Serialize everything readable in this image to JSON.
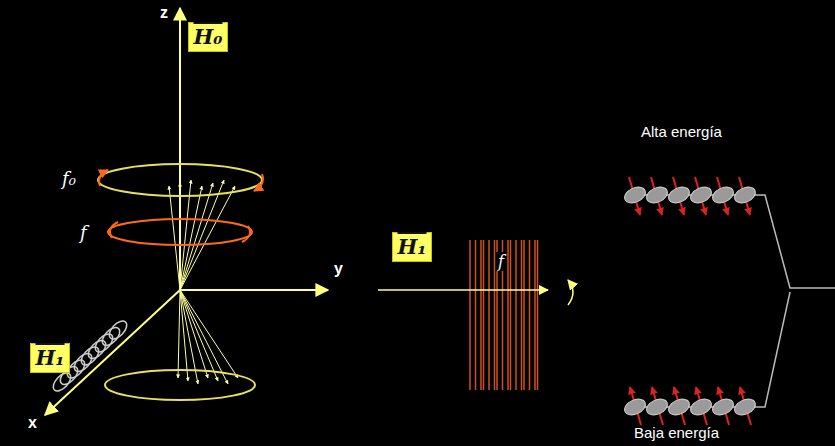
{
  "diagram": {
    "nodes": [
      {
        "text": [
          "H₀"
        ]
      },
      {
        "text": [
          "H₁"
        ]
      },
      {
        "text": [
          "H₁"
        ]
      }
    ],
    "labels": [
      "z",
      "y",
      "x",
      "f₀",
      "f",
      "f",
      "Alta energía",
      "Baja energía"
    ]
  }
}
